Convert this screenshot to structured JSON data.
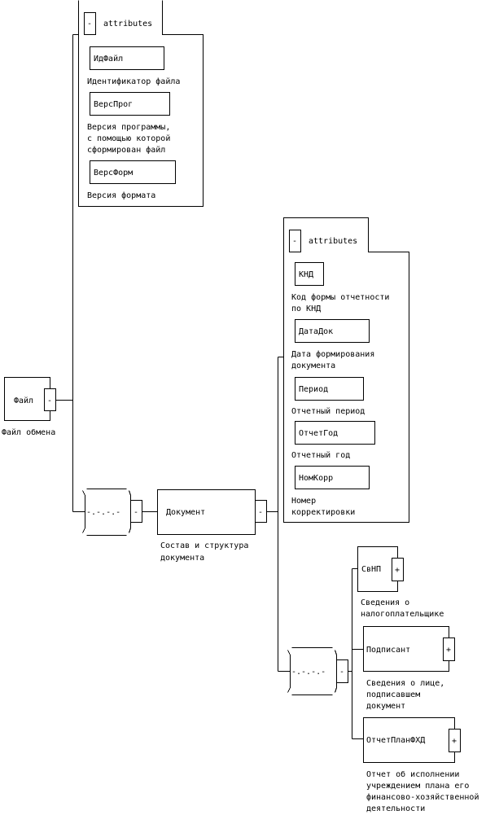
{
  "root": {
    "name": "Файл",
    "desc": [
      "Файл обмена"
    ],
    "toggle": "-"
  },
  "root_attributes": {
    "header": "attributes",
    "toggle": "-",
    "items": [
      {
        "name": "ИдФайл",
        "desc": [
          "Идентификатор файла"
        ]
      },
      {
        "name": "ВерсПрог",
        "desc": [
          "Версия программы,",
          "с помощью которой",
          "сформирован файл"
        ]
      },
      {
        "name": "ВерсФорм",
        "desc": [
          "Версия формата"
        ]
      }
    ]
  },
  "sequence1": {
    "symbol": "-.-.-.-",
    "toggle": "-"
  },
  "document": {
    "name": "Документ",
    "desc": [
      "Состав и структура",
      "документа"
    ],
    "toggle": "-"
  },
  "document_attributes": {
    "header": "attributes",
    "toggle": "-",
    "items": [
      {
        "name": "КНД",
        "desc": [
          "Код формы отчетности",
          "по КНД"
        ]
      },
      {
        "name": "ДатаДок",
        "desc": [
          "Дата формирования",
          "документа"
        ]
      },
      {
        "name": "Период",
        "desc": [
          "Отчетный период"
        ]
      },
      {
        "name": "ОтчетГод",
        "desc": [
          "Отчетный год"
        ]
      },
      {
        "name": "НомКорр",
        "desc": [
          "Номер",
          "корректировки"
        ]
      }
    ]
  },
  "sequence2": {
    "symbol": "-.-.-.-",
    "toggle": "-"
  },
  "children": [
    {
      "name": "СвНП",
      "desc": [
        "Сведения о",
        "налогоплательщике"
      ],
      "toggle": "+"
    },
    {
      "name": "Подписант",
      "desc": [
        "Сведения о лице,",
        "подписавшем",
        "документ"
      ],
      "toggle": "+"
    },
    {
      "name": "ОтчетПланФХД",
      "desc": [
        "Отчет об исполнении",
        "учреждением плана его",
        "финансово-хозяйственной",
        "деятельности"
      ],
      "toggle": "+"
    }
  ]
}
